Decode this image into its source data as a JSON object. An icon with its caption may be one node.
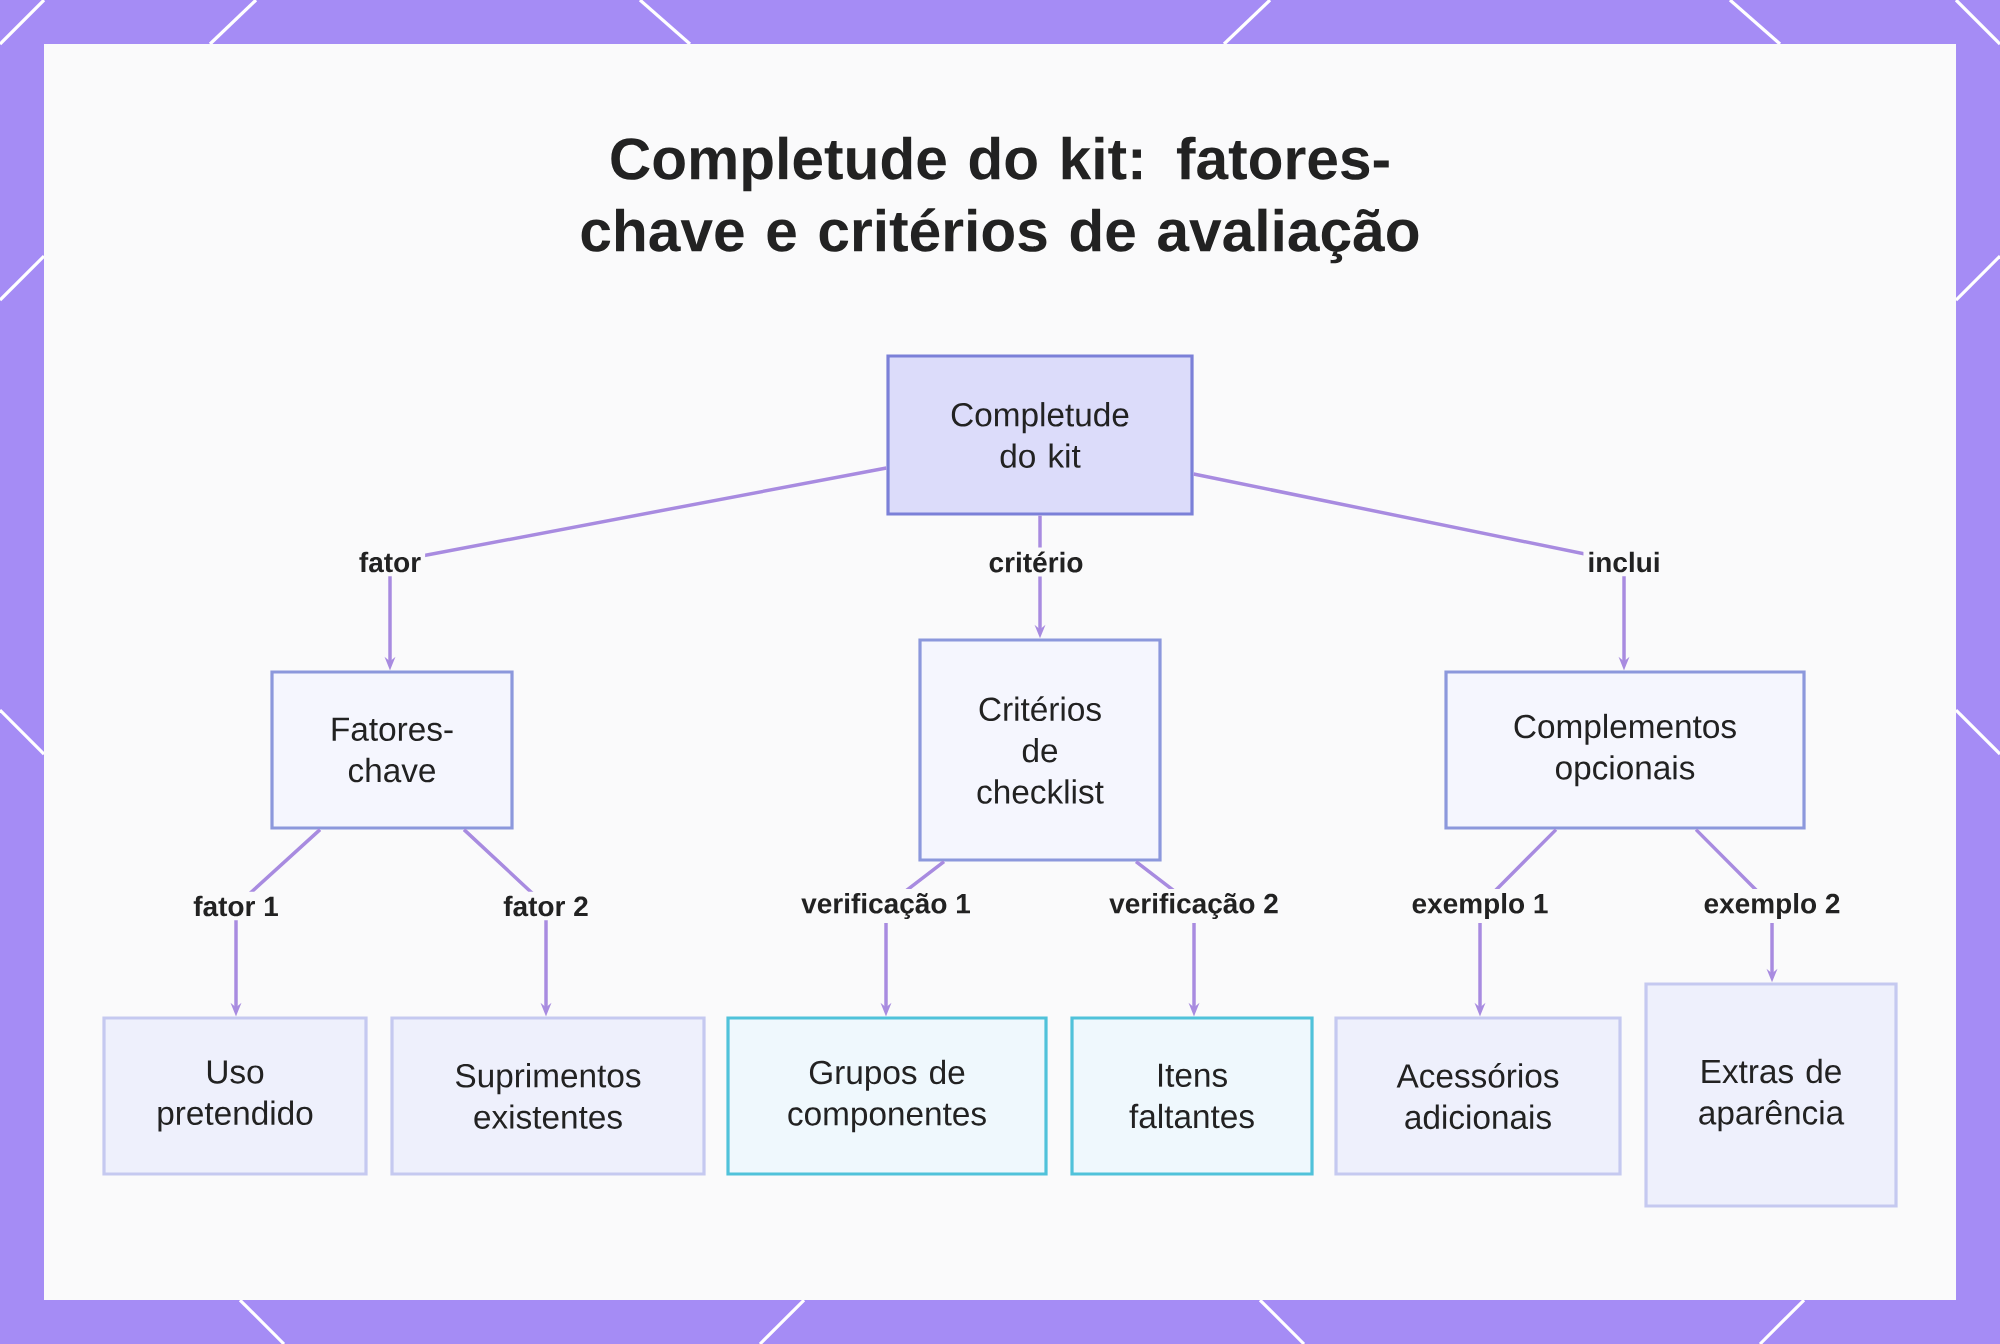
{
  "diagram": {
    "title": "Completude do kit: fatores-chave e critérios de avaliação",
    "nodes": [
      {
        "text": [
          "Completude do kit"
        ]
      },
      {
        "text": [
          "Fatores-chave"
        ]
      },
      {
        "text": [
          "Critérios de checklist"
        ]
      },
      {
        "text": [
          "Complementos opcionais"
        ]
      },
      {
        "text": [
          "Uso pretendido"
        ]
      },
      {
        "text": [
          "Suprimentos existentes"
        ]
      },
      {
        "text": [
          "Grupos de componentes"
        ]
      },
      {
        "text": [
          "Itens faltantes"
        ]
      },
      {
        "text": [
          "Acessórios adicionais"
        ]
      },
      {
        "text": [
          "Extras de aparência"
        ]
      }
    ],
    "edges": [
      {
        "from": 0,
        "to": 1,
        "arrow": "to",
        "label": "fator"
      },
      {
        "from": 0,
        "to": 2,
        "arrow": "to",
        "label": "critério"
      },
      {
        "from": 0,
        "to": 3,
        "arrow": "to",
        "label": "inclui"
      },
      {
        "from": 1,
        "to": 4,
        "arrow": "to",
        "label": "fator 1"
      },
      {
        "from": 1,
        "to": 5,
        "arrow": "to",
        "label": "fator 2"
      },
      {
        "from": 2,
        "to": 6,
        "arrow": "to",
        "label": "verificação 1"
      },
      {
        "from": 2,
        "to": 7,
        "arrow": "to",
        "label": "verificação 2"
      },
      {
        "from": 3,
        "to": 8,
        "arrow": "to",
        "label": "exemplo 1"
      },
      {
        "from": 3,
        "to": 9,
        "arrow": "to",
        "label": "exemplo 2"
      }
    ]
  }
}
